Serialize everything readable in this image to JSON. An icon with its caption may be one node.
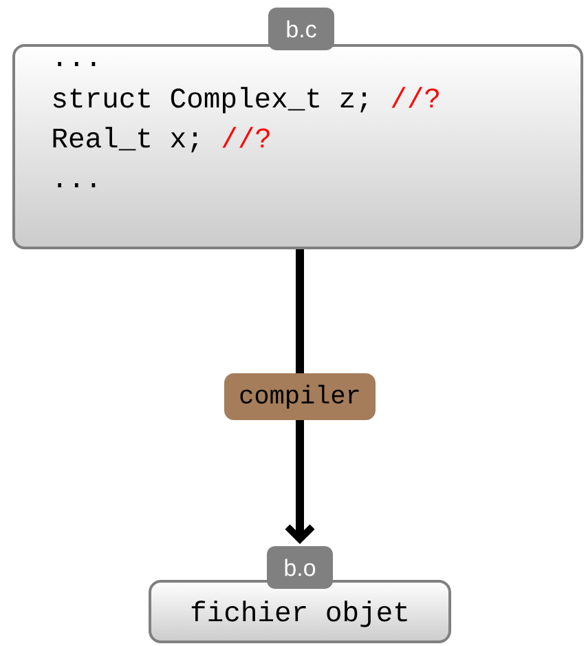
{
  "diagram": {
    "nodes": [
      {
        "text": [
          "b.c",
          "...",
          "struct Complex_t z;",
          "//?",
          "Real_t x;",
          "//?",
          "..."
        ]
      },
      {
        "text": [
          "b.o",
          "fichier objet"
        ]
      }
    ],
    "edges": [
      {
        "from": 0,
        "to": 1,
        "arrow": "to",
        "label": "compiler"
      }
    ]
  }
}
